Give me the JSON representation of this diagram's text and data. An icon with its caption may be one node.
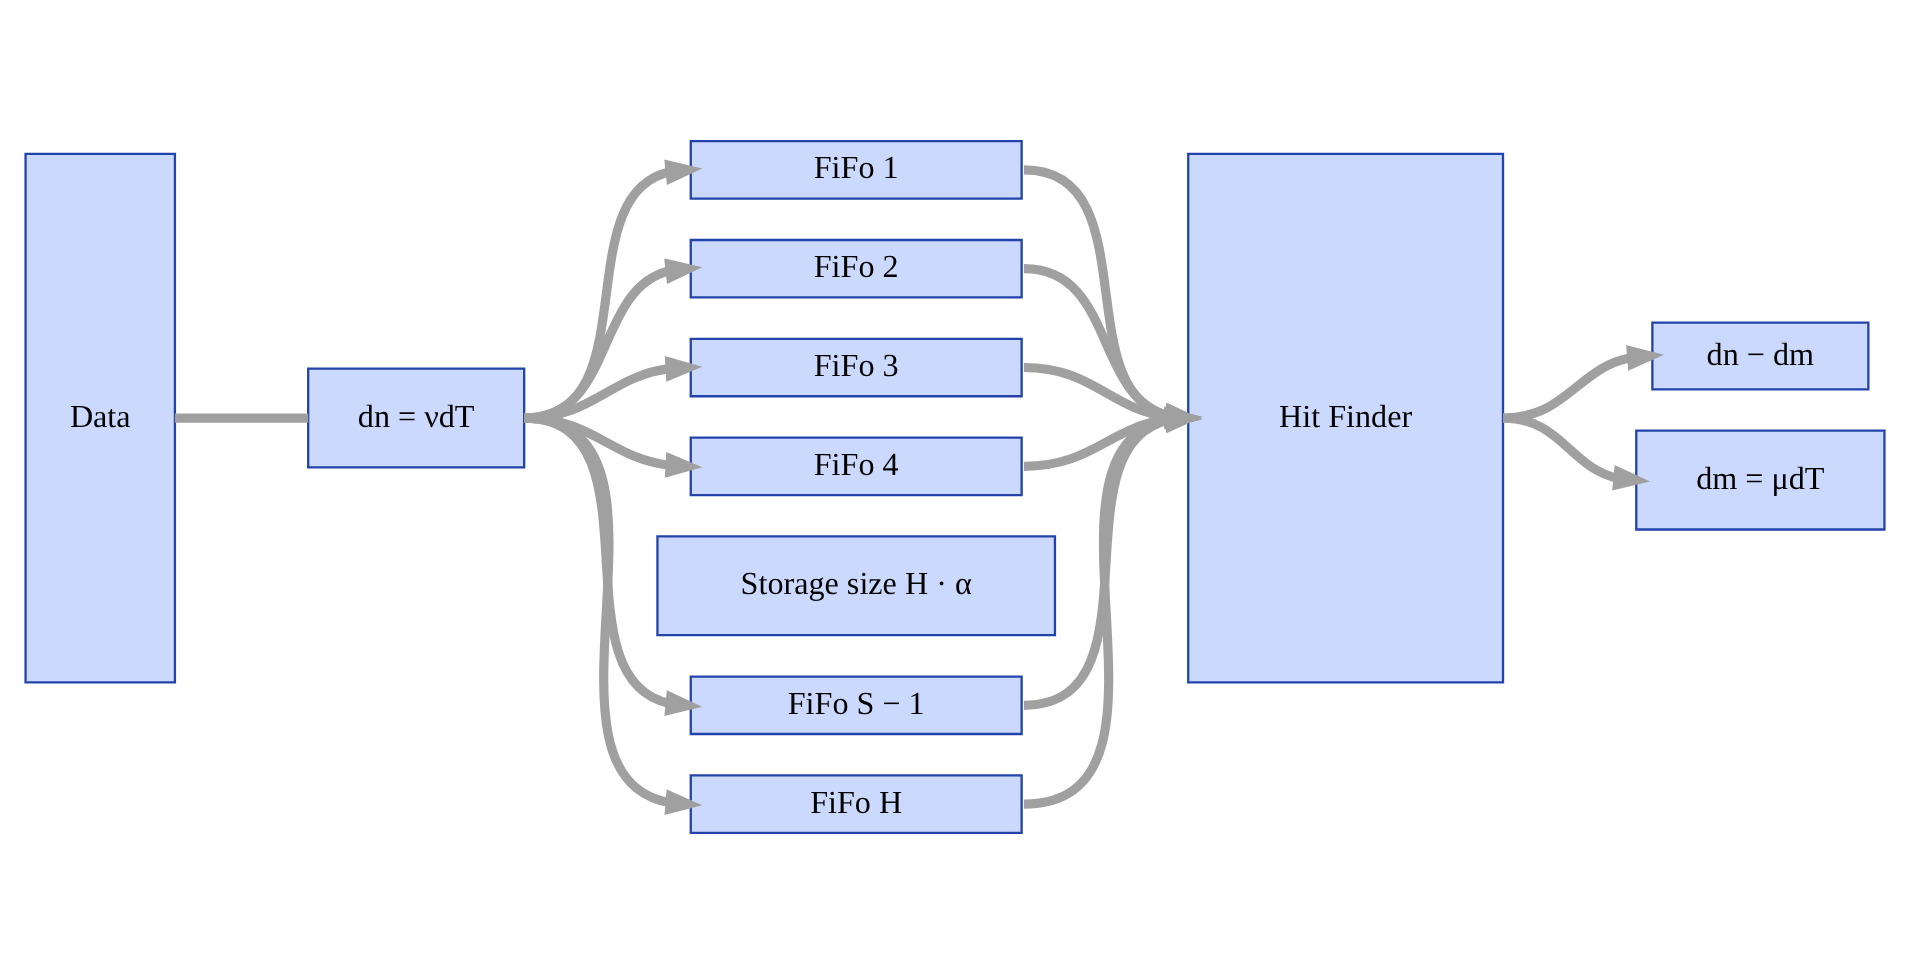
{
  "diagram": {
    "nodes": [
      {
        "text": [
          "Data"
        ]
      },
      {
        "text": [
          "dn = νdT"
        ]
      },
      {
        "text": [
          "FiFo 1"
        ]
      },
      {
        "text": [
          "FiFo 2"
        ]
      },
      {
        "text": [
          "FiFo 3"
        ]
      },
      {
        "text": [
          "FiFo 4"
        ]
      },
      {
        "text": [
          "Storage size H · α"
        ]
      },
      {
        "text": [
          "FiFo S − 1"
        ]
      },
      {
        "text": [
          "FiFo H"
        ]
      },
      {
        "text": [
          "Hit Finder"
        ]
      },
      {
        "text": [
          "dn − dm"
        ]
      },
      {
        "text": [
          "dm = μdT"
        ]
      }
    ],
    "edges": [
      {
        "from": 0,
        "to": 1,
        "arrow": "none"
      },
      {
        "from": 1,
        "to": 2,
        "arrow": "to"
      },
      {
        "from": 1,
        "to": 3,
        "arrow": "to"
      },
      {
        "from": 1,
        "to": 4,
        "arrow": "to"
      },
      {
        "from": 1,
        "to": 5,
        "arrow": "to"
      },
      {
        "from": 1,
        "to": 7,
        "arrow": "to"
      },
      {
        "from": 1,
        "to": 8,
        "arrow": "to"
      },
      {
        "from": 2,
        "to": 9,
        "arrow": "to"
      },
      {
        "from": 3,
        "to": 9,
        "arrow": "to"
      },
      {
        "from": 4,
        "to": 9,
        "arrow": "to"
      },
      {
        "from": 5,
        "to": 9,
        "arrow": "to"
      },
      {
        "from": 7,
        "to": 9,
        "arrow": "to"
      },
      {
        "from": 8,
        "to": 9,
        "arrow": "to"
      },
      {
        "from": 9,
        "to": 10,
        "arrow": "to"
      },
      {
        "from": 9,
        "to": 11,
        "arrow": "to"
      }
    ]
  }
}
